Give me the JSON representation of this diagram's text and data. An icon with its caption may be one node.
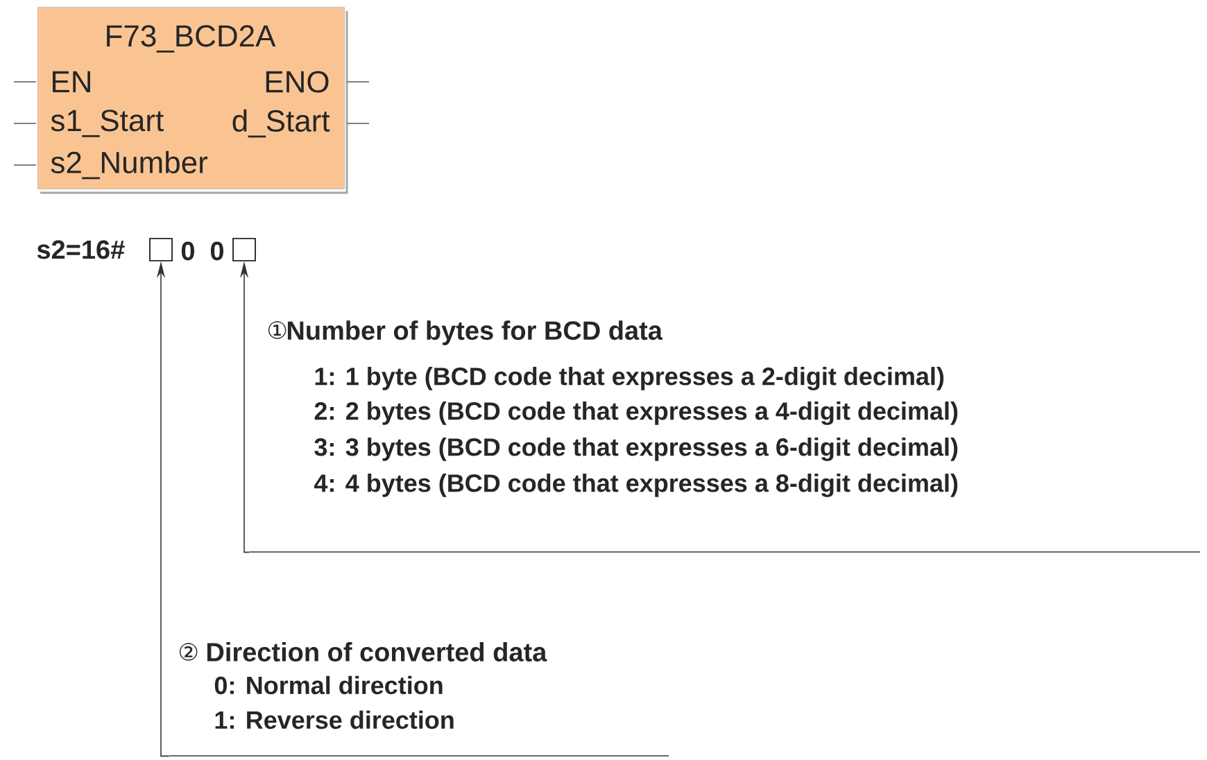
{
  "diagram": {
    "nodes": [
      {
        "text": [
          "F73_BCD2A",
          "EN",
          "ENO",
          "s1_Start",
          "d_Start",
          "s2_Number"
        ]
      },
      {
        "text": [],
        "shape": "box"
      },
      {
        "text": [],
        "shape": "box"
      },
      {
        "text": [
          "①",
          "Number of bytes for BCD data",
          "1: 1 byte (BCD code that expresses a 2-digit decimal)",
          "2: 2 bytes (BCD code that expresses a 4-digit decimal)",
          "3: 3 bytes (BCD code that expresses a 6-digit decimal)",
          "4: 4 bytes (BCD code that expresses a 8-digit decimal)"
        ]
      },
      {
        "text": [
          "②",
          "Direction of converted data",
          "0: Normal direction",
          "1: Reverse direction"
        ]
      }
    ],
    "edges": [
      {
        "from": 3,
        "to": 2,
        "arrow": "to"
      },
      {
        "from": 4,
        "to": 1,
        "arrow": "to"
      }
    ],
    "labels": [
      "s2=16#",
      "0",
      "0"
    ]
  }
}
